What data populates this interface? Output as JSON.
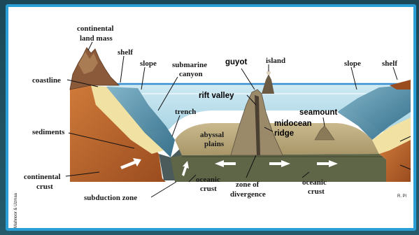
{
  "diagram": {
    "labels": {
      "continental_land_mass_1": "continental",
      "continental_land_mass_2": "land mass",
      "shelf_left": "shelf",
      "slope_left": "slope",
      "submarine_canyon_1": "submarine",
      "submarine_canyon_2": "canyon",
      "coastline": "coastline",
      "trench": "trench",
      "sediments": "sediments",
      "abyssal_plains_1": "abyssal",
      "abyssal_plains_2": "plains",
      "continental_crust_1": "continental",
      "continental_crust_2": "crust",
      "subduction_zone": "subduction zone",
      "oceanic_crust_left_1": "oceanic",
      "oceanic_crust_left_2": "crust",
      "zone_of_divergence_1": "zone of",
      "zone_of_divergence_2": "divergence",
      "oceanic_crust_right_1": "oceanic",
      "oceanic_crust_right_2": "crust",
      "island": "island",
      "slope_right": "slope",
      "shelf_right": "shelf",
      "guyot": "guyot",
      "rift_valley": "rift valley",
      "seamount": "seamount",
      "midocean_ridge_1": "midocean",
      "midocean_ridge_2": "ridge",
      "credit": "R. Pl",
      "side_credit": "Mahnoor & Uzmaa"
    },
    "colors": {
      "border_accent": "#2a9fd6",
      "water": "#bfe3ef",
      "water_line": "#3a8fd0",
      "crust_brown": "#b8642c",
      "floor_khaki": "#b9a77c",
      "sediment_yellow": "#f1e2a4",
      "dark_floor": "#5f6648"
    }
  }
}
